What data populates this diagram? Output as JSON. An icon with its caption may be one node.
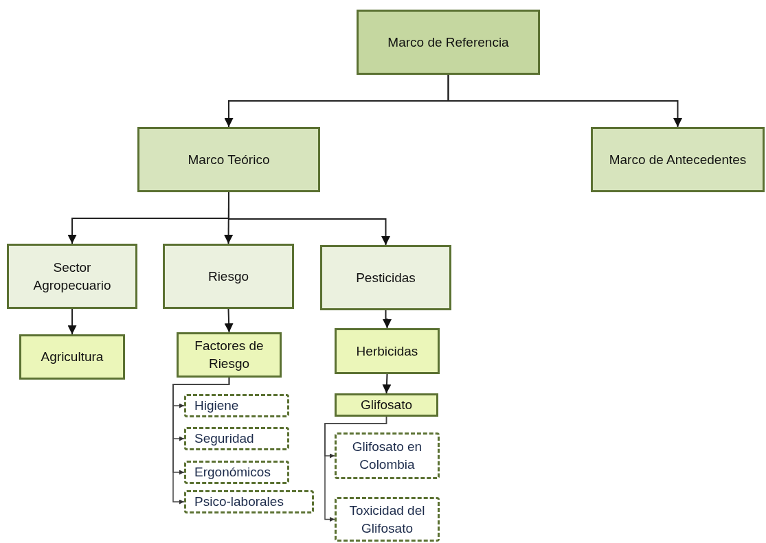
{
  "diagram": {
    "nodes": [
      {
        "text": [
          "Marco de Referencia"
        ]
      },
      {
        "text": [
          "Marco Teórico"
        ]
      },
      {
        "text": [
          "Marco de Antecedentes"
        ]
      },
      {
        "text": [
          "Sector Agropecuario"
        ]
      },
      {
        "text": [
          "Riesgo"
        ]
      },
      {
        "text": [
          "Pesticidas"
        ]
      },
      {
        "text": [
          "Agricultura"
        ]
      },
      {
        "text": [
          "Factores de Riesgo"
        ]
      },
      {
        "text": [
          "Herbicidas"
        ]
      },
      {
        "text": [
          "Glifosato"
        ]
      },
      {
        "text": [
          "Higiene"
        ]
      },
      {
        "text": [
          "Seguridad"
        ]
      },
      {
        "text": [
          "Ergonómicos"
        ]
      },
      {
        "text": [
          "Psico-laborales"
        ]
      },
      {
        "text": [
          "Glifosato en Colombia"
        ]
      },
      {
        "text": [
          "Toxicidad del Glifosato"
        ]
      }
    ],
    "edges": [
      {
        "from": 0,
        "to": 1,
        "arrow": "to"
      },
      {
        "from": 0,
        "to": 2,
        "arrow": "to"
      },
      {
        "from": 1,
        "to": 3,
        "arrow": "to"
      },
      {
        "from": 1,
        "to": 4,
        "arrow": "to"
      },
      {
        "from": 1,
        "to": 5,
        "arrow": "to"
      },
      {
        "from": 3,
        "to": 6,
        "arrow": "to"
      },
      {
        "from": 4,
        "to": 7,
        "arrow": "to"
      },
      {
        "from": 5,
        "to": 8,
        "arrow": "to"
      },
      {
        "from": 8,
        "to": 9,
        "arrow": "to"
      },
      {
        "from": 7,
        "to": 10,
        "arrow": "to"
      },
      {
        "from": 7,
        "to": 11,
        "arrow": "to"
      },
      {
        "from": 7,
        "to": 12,
        "arrow": "to"
      },
      {
        "from": 7,
        "to": 13,
        "arrow": "to"
      },
      {
        "from": 9,
        "to": 14,
        "arrow": "to"
      },
      {
        "from": 9,
        "to": 15,
        "arrow": "to"
      }
    ]
  }
}
